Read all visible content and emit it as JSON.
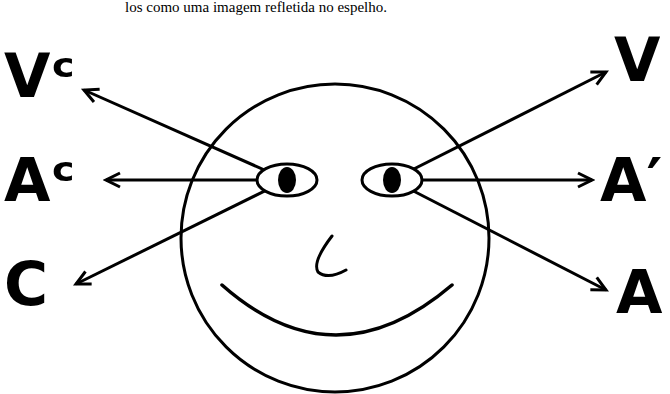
{
  "diagram": {
    "labels": [
      "los como uma imagem refletida no espelho.",
      "Vᶜ",
      "Aᶜ",
      "C",
      "V",
      "A′",
      "A"
    ]
  }
}
